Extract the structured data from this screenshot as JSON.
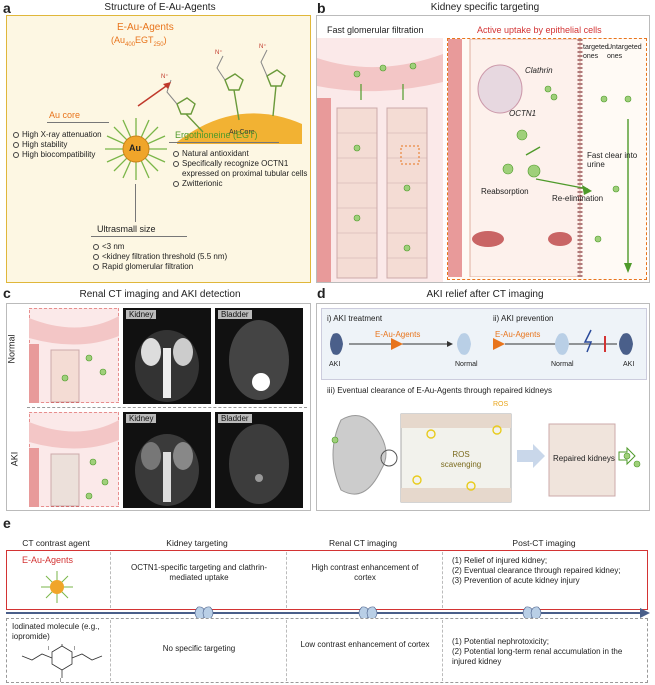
{
  "panel_a": {
    "label": "a",
    "title": "Structure of E-Au-Agents",
    "agent_name": "E-Au-Agents",
    "formula_main": "(Au",
    "formula_sub1": "400",
    "formula_mid": "EGT",
    "formula_sub2": "250",
    "formula_end": ")",
    "au_core_label": "Au core",
    "au_core_tag": "Au Core",
    "au_center": "Au",
    "au_core_points": [
      "High X-ray attenuation",
      "High stability",
      "High biocompatibility"
    ],
    "egt_label": "Ergothioneine (EGT)",
    "egt_points": [
      "Natural antioxidant",
      "Specifically recognize OCTN1 expressed on proximal tubular cells",
      "Zwitterionic"
    ],
    "size_label": "Ultrasmall size",
    "size_points": [
      "<3 nm",
      "<kidney filtration threshold (5.5 nm)",
      "Rapid glomerular filtration"
    ]
  },
  "panel_b": {
    "label": "b",
    "title": "Kidney specific targeting",
    "glom_label": "Fast glomerular filtration",
    "uptake_label": "Active uptake by epithelial cells",
    "clathrin": "Clathrin",
    "octn1": "OCTN1",
    "targeted": "targeted ones",
    "untargeted": "Untargeted ones",
    "fast_clear": "Fast clear into urine",
    "reabsorption": "Reabsorption",
    "reelim": "Re-elimination"
  },
  "panel_c": {
    "label": "c",
    "title": "Renal CT imaging and AKI detection",
    "row_normal": "Normal",
    "row_aki": "AKI",
    "kidney": "Kidney",
    "bladder": "Bladder"
  },
  "panel_d": {
    "label": "d",
    "title": "AKI relief after CT imaging",
    "i_title": "i) AKI treatment",
    "ii_title": "ii) AKI prevention",
    "agents": "E-Au-Agents",
    "aki": "AKI",
    "normal": "Normal",
    "iii_title": "iii) Eventual clearance of E-Au-Agents through repaired kidneys",
    "ros": "ROS",
    "ros_scav": "ROS scavenging",
    "repaired": "Repaired kidneys"
  },
  "panel_e": {
    "label": "e",
    "headers": [
      "CT contrast agent",
      "Kidney targeting",
      "Renal CT imaging",
      "Post-CT imaging"
    ],
    "agent_row_name": "E-Au-Agents",
    "agent_targeting": "OCTN1-specific targeting and clathrin-mediated uptake",
    "agent_imaging": "High contrast enhancement of cortex",
    "agent_post": [
      "(1) Relief of injured kidney;",
      "(2) Eventual clearance through repaired kidney;",
      "(3) Prevention of acute kidney injury"
    ],
    "iodine_name": "Iodinated molecule (e.g., iopromide)",
    "iodine_targeting": "No specific targeting",
    "iodine_imaging": "Low contrast enhancement of cortex",
    "iodine_post": [
      "(1) Potential nephrotoxicity;",
      "(2) Potential long-term renal accumulation in the injured kidney"
    ]
  },
  "colors": {
    "panel_a_bg": "#fdf7e3",
    "panel_a_border": "#e0b73a",
    "accent_orange": "#e8741c",
    "accent_green": "#4e9a2a",
    "accent_red": "#d33333",
    "panel_d_bg": "#eef3f8"
  }
}
